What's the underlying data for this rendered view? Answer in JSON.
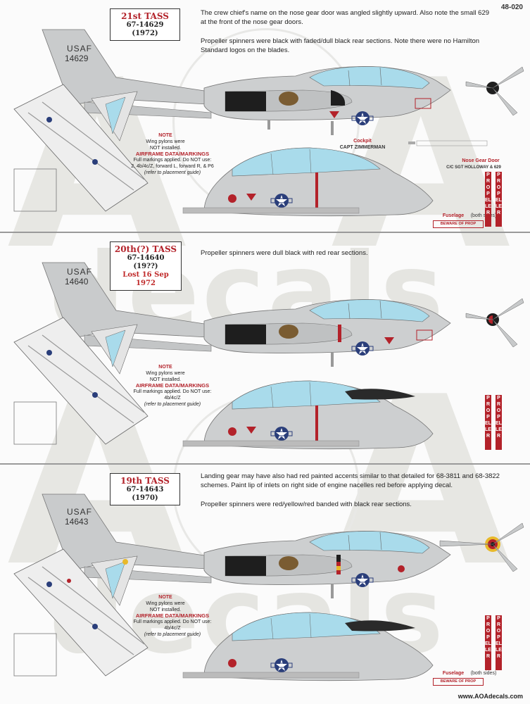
{
  "sheet_number": "48-020",
  "footer_url": "www.AOAdecals.com",
  "watermark": {
    "letter": "A",
    "word": "decals"
  },
  "sections": [
    {
      "title": "21st TASS",
      "serial": "67-14629",
      "year": "(1972)",
      "note": "",
      "tail_top": "USAF",
      "tail_bottom": "14629",
      "notes": [
        "The crew chief's name on the nose gear door was angled slightly upward.  Also note the small 629 at the front of the nose gear doors.",
        "Propeller spinners were black with faded/dull black rear sections.  Note there were no Hamilton Standard logos on the blades."
      ],
      "pylon_note_1": "NOTE",
      "pylon_note_2": "Wing pylons were NOT installed.",
      "af_header": "AIRFRAME DATA/MARKINGS",
      "af_line1": "Full markings applied.  Do NOT use:",
      "af_line2": "2, 4b/4c/Z, forward L, forward R, & P6",
      "af_line3": "(refer to placement guide)",
      "cockpit_label": "Cockpit",
      "cockpit_name": "CAPT ZIMMERMAN",
      "nose_door_label": "Nose Gear Door",
      "nose_door_name": "C/C SGT HOLLOWAY & 629",
      "fuselage_label": "Fuselage",
      "fuselage_sub": "(both sides)",
      "beware": "BEWARE OF PROP",
      "prop_word": "PROPELLER",
      "spinner_style": "black"
    },
    {
      "title": "20th(?) TASS",
      "serial": "67-14640",
      "year": "(19??)",
      "note": "Lost 16 Sep 1972",
      "tail_top": "USAF",
      "tail_bottom": "14640",
      "notes": [
        "Propeller spinners were dull black with red rear sections."
      ],
      "pylon_note_1": "NOTE",
      "pylon_note_2": "Wing pylons were NOT installed.",
      "af_header": "AIRFRAME DATA/MARKINGS",
      "af_line1": "Full markings applied.  Do NOT use:",
      "af_line2": "4b/4c/Z",
      "af_line3": "(refer to placement guide)",
      "cockpit_label": "",
      "cockpit_name": "",
      "nose_door_label": "",
      "nose_door_name": "",
      "fuselage_label": "",
      "fuselage_sub": "",
      "beware": "",
      "prop_word": "PROPELLER",
      "spinner_style": "black-red"
    },
    {
      "title": "19th TASS",
      "serial": "67-14643",
      "year": "(1970)",
      "note": "",
      "tail_top": "USAF",
      "tail_bottom": "14643",
      "notes": [
        "Landing gear may have also had red painted accents similar to that detailed for 68-3811 and 68-3822 schemes.  Paint lip of inlets on right side of engine nacelles red before applying decal.",
        "Propeller spinners were red/yellow/red banded with black rear sections."
      ],
      "pylon_note_1": "NOTE",
      "pylon_note_2": "Wing pylons were NOT installed.",
      "af_header": "AIRFRAME DATA/MARKINGS",
      "af_line1": "Full markings applied.  Do NOT use:",
      "af_line2": "4b/4c/Z",
      "af_line3": "(refer to placement guide)",
      "cockpit_label": "",
      "cockpit_name": "",
      "nose_door_label": "",
      "nose_door_name": "",
      "fuselage_label": "Fuselage",
      "fuselage_sub": "(both sides)",
      "beware": "BEWARE OF PROP",
      "prop_word": "PROPELLER",
      "spinner_style": "banded"
    }
  ],
  "colors": {
    "airframe_gray": "#c9cbcc",
    "canopy_blue": "#a9dbeb",
    "insignia_blue": "#2a3e7a",
    "red": "#b3222a",
    "black": "#1e1e1e"
  }
}
